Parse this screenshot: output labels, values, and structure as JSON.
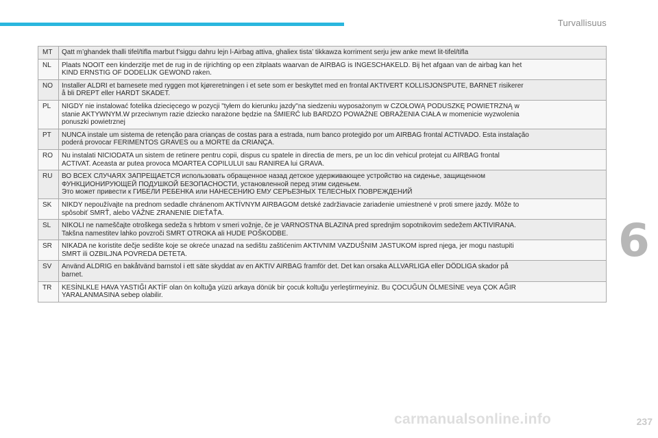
{
  "header": {
    "section_title": "Turvallisuus"
  },
  "chapter": {
    "number": "6"
  },
  "rows": [
    {
      "code": "MT",
      "text": "Qatt m’ghandek thalli tifel/tifla marbut f’siggu dahru lejn l-Airbag attiva, ghaliex tista’ tikkawza korriment serju jew anke mewt lit-tifel/tifla"
    },
    {
      "code": "NL",
      "text": "Plaats NOOIT een kinderzitje met de rug in de rijrichting op een zitplaats waarvan de AIRBAG is INGESCHAKELD. Bij het afgaan van de airbag kan het\nKIND ERNSTIG OF DODELIJK GEWOND raken."
    },
    {
      "code": "NO",
      "text": "Installer ALDRI et barnesete med ryggen mot kjøreretningen i et sete som er beskyttet med en frontal  AKTIVERT KOLLISJONSPUTE, BARNET risikerer\nå bli DREPT eller HARDT SKADET."
    },
    {
      "code": "PL",
      "text": "NIGDY nie instalować fotelika dziecięcego w pozycji \"tyłem do kierunku jazdy\"na siedzeniu wyposażonym w  CZOŁOWĄ PODUSZKĘ POWIETRZNĄ w\nstanie AKTYWNYM.W przeciwnym razie dziecko narażone będzie na ŚMIERĆ lub BARDZO POWAŻNE OBRAŻENIA CIAŁA w momenicie wyzwolenia\nponuszki powietrznej"
    },
    {
      "code": "PT",
      "text": "NUNCA instale um sistema de retenção para crianças de costas para a estrada, num banco protegido por um AIRBAG frontal ACTIVADO. Esta instalação\npoderá provocar FERIMENTOS GRAVES ou a MORTE da CRIANÇA."
    },
    {
      "code": "RO",
      "text": "Nu instalati NICIODATA un sistem de retinere pentru copii, dispus cu spatele in directia de mers, pe un loc din vehicul protejat cu AIRBAG frontal\nACTIVAT. Aceasta ar putea provoca MOARTEA COPILULUI sau RANIREA lui GRAVA."
    },
    {
      "code": "RU",
      "text": "ВО ВСЕХ СЛУЧАЯХ ЗАПРЕЩАЕТСЯ использовать обращенное назад детское удерживающее устройство на сиденье, защищенном\nФУНКЦИОНИРУЮЩЕЙ ПОДУШКОЙ БЕЗОПАСНОСТИ, установленной перед этим сиденьем.\nЭто может привести к ГИБЕЛИ РЕБЕНКА или НАНЕСЕНИЮ ЕМУ СЕРЬЕЗНЫХ ТЕЛЕСНЫХ ПОВРЕЖДЕНИЙ"
    },
    {
      "code": "SK",
      "text": "NIKDY nepoužívajte na prednom sedadle chránenom AKTÍVNYM AIRBAGOM detské zadržiavacie zariadenie umiestnené v proti smere jazdy. Môže to\nspôsobiť SMRŤ, alebo VÁŽNE ZRANENIE DIEŤAŤA."
    },
    {
      "code": "SL",
      "text": "NIKOLI ne nameščajte otroškega sedeža s hrbtom v smeri vožnje, če je VARNOSTNA BLAZINA pred sprednjim sopotnikovim sedežem AKTIVIRANA.\nTakšna namestitev lahko povzroči SMRT OTROKA ali HUDE POŠKODBE."
    },
    {
      "code": "SR",
      "text": "NIKADA ne koristite dečje sedište koje se okreće unazad na sedištu zaštićenim AKTIVNIM VAZDUŠNIM JASTUKOM ispred njega, jer mogu nastupiti\nSMRT ili OZBILJNA POVREDA DETETA."
    },
    {
      "code": "SV",
      "text": "Använd ALDRIG en bakåtvänd barnstol i ett säte skyddat av en AKTIV AIRBAG framför det. Det kan orsaka ALLVARLIGA eller DÖDLIGA skador på\nbarnet."
    },
    {
      "code": "TR",
      "text": "KESİNLKLE HAVA YASTIĞI AKTİF olan ön koltuğa yüzü arkaya dönük bir çocuk koltuğu yerleştirmeyiniz. Bu ÇOCUĞUN ÖLMESİNE veya ÇOK AĞIR\nYARALANMASINA sebep olabilir."
    }
  ],
  "footer": {
    "page_number": "237",
    "watermark": "carmanualsonline.info"
  },
  "colors": {
    "accent_bar": "#29b6de",
    "chapter_tab": "#b7b7b7",
    "row_shade": "#ececec"
  }
}
